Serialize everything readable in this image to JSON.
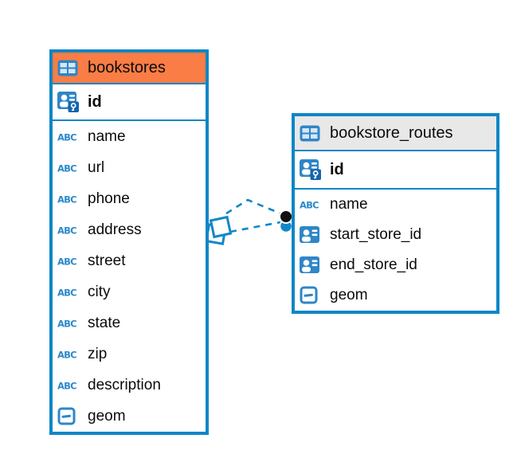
{
  "canvas": {
    "background": "#ffffff"
  },
  "palette": {
    "border_blue": "#0E86C6",
    "icon_blue": "#2E86C8",
    "abc_blue": "#2E89CB",
    "pk_badge_blue": "#1565AD",
    "orange_header": "#FA7D45",
    "gray_header": "#E9E8E8"
  },
  "tables": [
    {
      "title": "bookstores",
      "title_icon": "table-icon",
      "header_color": "#FA7D45",
      "keys": [
        {
          "label": "id",
          "icon": "primary-key-icon"
        }
      ],
      "columns": [
        {
          "label": "name",
          "icon": "text-type-icon"
        },
        {
          "label": "url",
          "icon": "text-type-icon"
        },
        {
          "label": "phone",
          "icon": "text-type-icon"
        },
        {
          "label": "address",
          "icon": "text-type-icon"
        },
        {
          "label": "street",
          "icon": "text-type-icon"
        },
        {
          "label": "city",
          "icon": "text-type-icon"
        },
        {
          "label": "state",
          "icon": "text-type-icon"
        },
        {
          "label": "zip",
          "icon": "text-type-icon"
        },
        {
          "label": "description",
          "icon": "text-type-icon"
        },
        {
          "label": "geom",
          "icon": "geometry-type-icon"
        }
      ]
    },
    {
      "title": "bookstore_routes",
      "title_icon": "table-icon",
      "header_color": "#E9E8E8",
      "keys": [
        {
          "label": "id",
          "icon": "primary-key-icon"
        }
      ],
      "columns": [
        {
          "label": "name",
          "icon": "text-type-icon"
        },
        {
          "label": "start_store_id",
          "icon": "reference-id-icon"
        },
        {
          "label": "end_store_id",
          "icon": "reference-id-icon"
        },
        {
          "label": "geom",
          "icon": "geometry-type-icon"
        }
      ]
    }
  ],
  "relations": {
    "line_color": "#1287C9",
    "dot_primary_color": "#111111",
    "dot_secondary_color": "#1287C9",
    "diamond_fill": "#FFFFFF"
  }
}
